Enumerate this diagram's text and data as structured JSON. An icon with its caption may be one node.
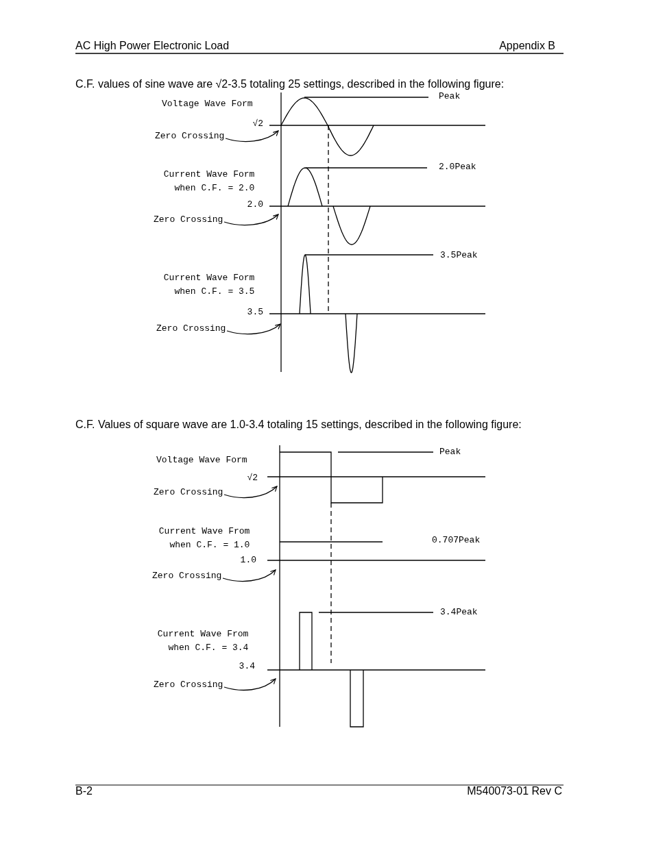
{
  "diagram": {
    "nodes": [
      {
        "text": [
          "Zero Crossing"
        ]
      },
      {
        "text": [
          "Zero Crossing"
        ]
      },
      {
        "text": [
          "Zero Crossing"
        ]
      },
      {
        "text": [
          "Zero Crossing"
        ]
      },
      {
        "text": [
          "Zero Crossing"
        ]
      },
      {
        "text": [
          "Zero Crossing"
        ]
      }
    ],
    "edges": [
      {
        "from": 0,
        "to": null,
        "arrow": "to"
      },
      {
        "from": 1,
        "to": null,
        "arrow": "to"
      },
      {
        "from": 2,
        "to": null,
        "arrow": "to"
      },
      {
        "from": 3,
        "to": null,
        "arrow": "to"
      },
      {
        "from": 4,
        "to": null,
        "arrow": "to"
      },
      {
        "from": 5,
        "to": null,
        "arrow": "to"
      }
    ],
    "labels": [
      "AC High Power Electronic Load",
      "Appendix B",
      "C.F. values of sine wave are √2-3.5 totaling 25 settings, described in the following figure:",
      "Voltage Wave Form",
      "Peak",
      "√2",
      "Current Wave Form when C.F. = 2.0",
      "2.0Peak",
      "2.0",
      "3.5Peak",
      "Current Wave Form when C.F. = 3.5",
      "3.5",
      "C.F. Values of square wave are 1.0-3.4 totaling 15 settings, described in the following figure:",
      "Peak",
      "Voltage Wave Form",
      "√2",
      "Current Wave From when C.F. = 1.0",
      "0.707Peak",
      "1.0",
      "3.4Peak",
      "Current Wave From when C.F. = 3.4",
      "3.4",
      "B-2",
      "M540073-01 Rev C"
    ]
  }
}
